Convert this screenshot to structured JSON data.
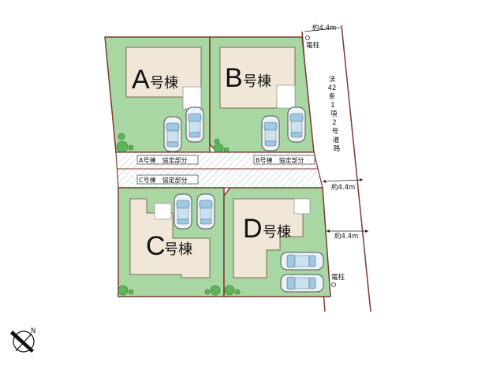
{
  "colors": {
    "lot_green": "#a9d7a4",
    "lot_green_dark": "#8fcb8c",
    "building": "#f1e7d9",
    "boundary": "#7a3b2e",
    "hatch": "#c8c8c8",
    "car_body": "#b8d8ec",
    "tree": "#5fb35a"
  },
  "lots": [
    {
      "id": "A",
      "letter": "A",
      "suffix": "号棟"
    },
    {
      "id": "B",
      "letter": "B",
      "suffix": "号棟"
    },
    {
      "id": "C",
      "letter": "C",
      "suffix": "号棟"
    },
    {
      "id": "D",
      "letter": "D",
      "suffix": "号棟"
    }
  ],
  "shared_driveway_tags": {
    "a": "A号棟　協定部分",
    "b": "B号棟　協定部分",
    "c": "C号棟　協定部分"
  },
  "road": {
    "label": "法42条1項2号道路",
    "label_chars": [
      "法",
      "42",
      "条",
      "1",
      "項",
      "2",
      "号",
      "道",
      "路"
    ],
    "width_top": "約4.4m",
    "width_mid": "約4.4m",
    "width_lower": "約4.4m"
  },
  "utility_poles": {
    "top": "電柱",
    "bottom": "電柱"
  },
  "compass": {
    "direction": "N"
  }
}
